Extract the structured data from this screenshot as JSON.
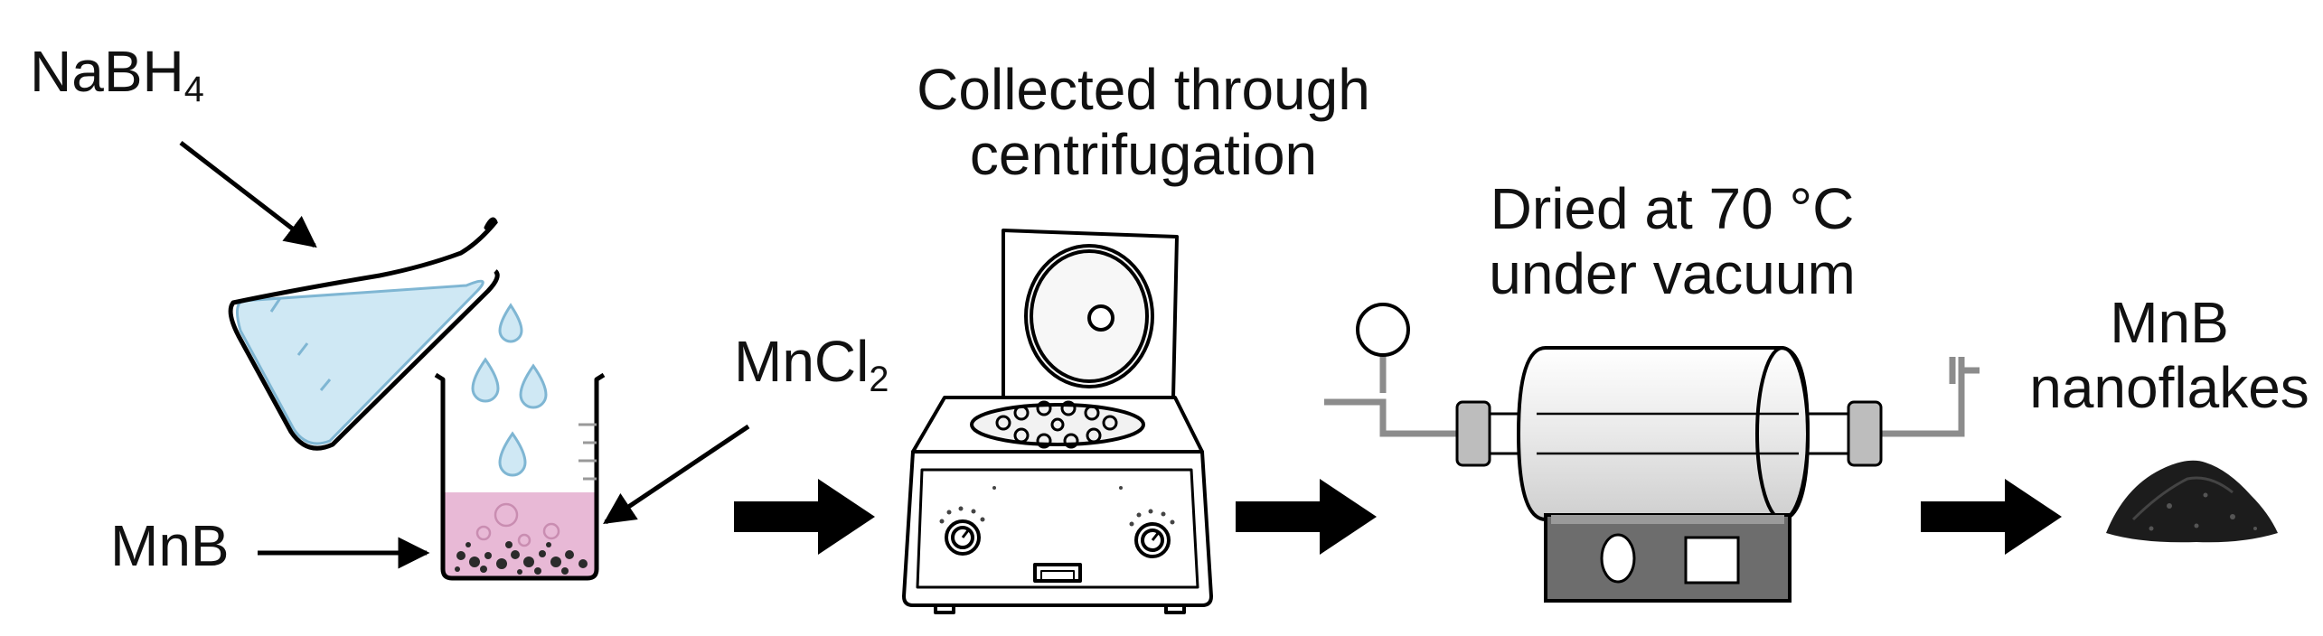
{
  "labels": {
    "nabh4": {
      "main": "NaBH",
      "sub": "4"
    },
    "mncl2": {
      "main": "MnCl",
      "sub": "2"
    },
    "mnb_input": "MnB",
    "centrifuge_line1": "Collected through",
    "centrifuge_line2": "centrifugation",
    "oven_line1": "Dried at 70 °C",
    "oven_line2": "under vacuum",
    "product_line1": "MnB",
    "product_line2": "nanoflakes"
  },
  "colors": {
    "liquid_blue": "#cfe8f4",
    "liquid_edge": "#7fb6d3",
    "solution_pink": "#e8b9d6",
    "particle_dark": "#2b2b2b",
    "tube_gray": "#8c8c8c",
    "arrow_black": "#000000"
  },
  "icons": [
    "beaker-icon",
    "pouring-flask-icon",
    "centrifuge-icon",
    "tube-furnace-icon",
    "vacuum-gauge-icon",
    "powder-pile-icon"
  ]
}
